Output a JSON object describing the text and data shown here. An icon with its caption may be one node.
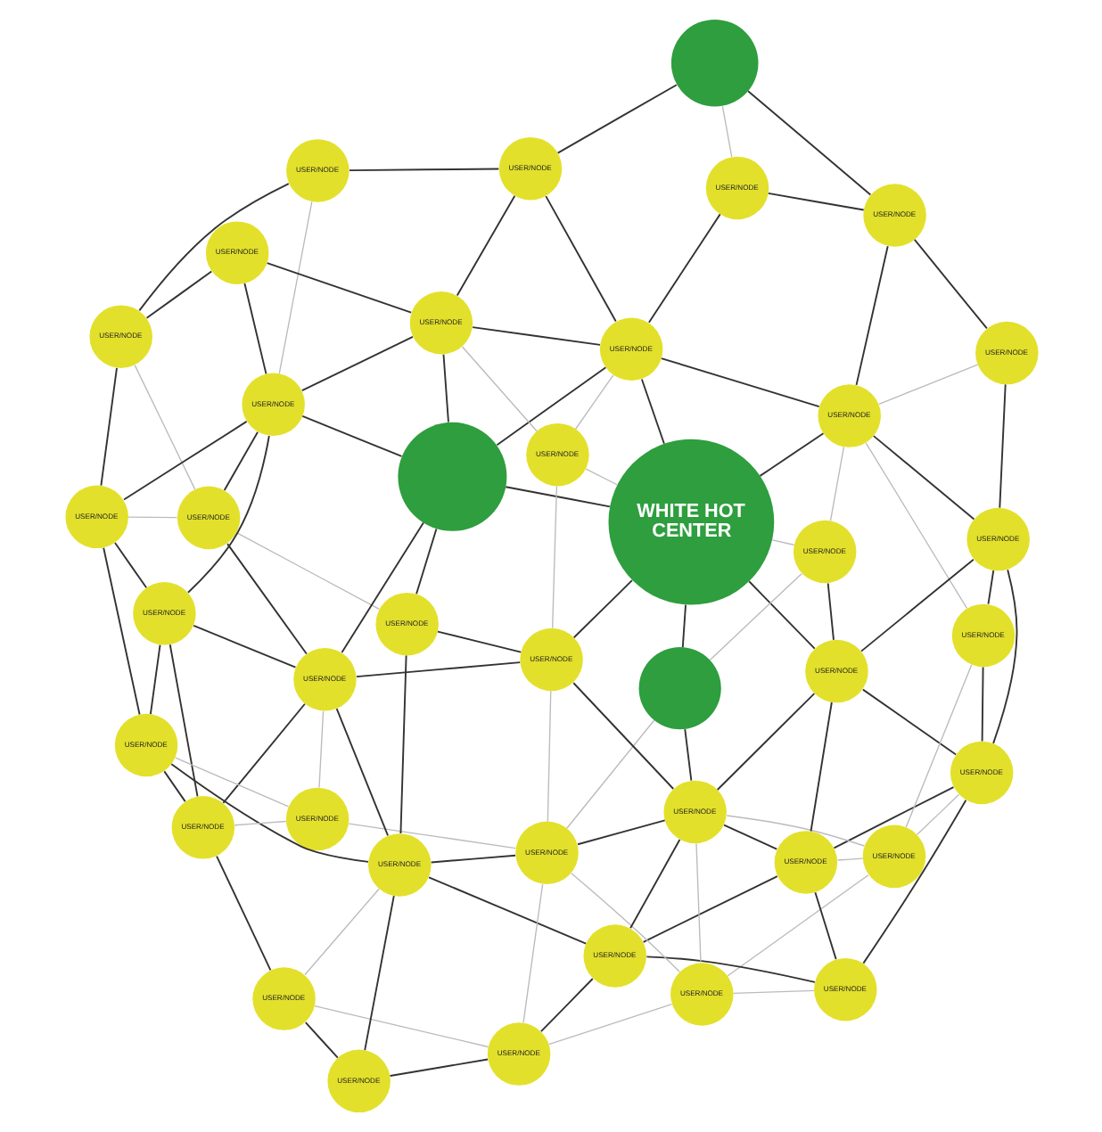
{
  "diagram": {
    "nodes": [
      {
        "text": [
          "USER/NODE"
        ]
      },
      {
        "text": [
          "USER/NODE"
        ]
      },
      {
        "text": [
          "USER/NODE"
        ]
      },
      {
        "text": [
          "USER/NODE"
        ]
      },
      {
        "text": [
          "USER/NODE"
        ]
      },
      {
        "text": [
          "USER/NODE"
        ]
      },
      {
        "text": [
          "USER/NODE"
        ]
      },
      {
        "text": [
          "USER/NODE"
        ]
      },
      {
        "text": [
          "USER/NODE"
        ]
      },
      {
        "text": [],
        "shape": "circle"
      },
      {
        "text": [
          "USER/NODE"
        ]
      },
      {
        "text": [
          "USER/NODE"
        ]
      },
      {
        "text": [
          "USER/NODE"
        ]
      },
      {
        "text": [
          "USER/NODE"
        ]
      },
      {
        "text": [
          "USER/NODE"
        ]
      },
      {
        "text": [
          "USER/NODE"
        ]
      },
      {
        "text": [
          "USER/NODE"
        ]
      },
      {
        "text": [
          "USER/NODE"
        ]
      },
      {
        "text": [
          "USER/NODE"
        ]
      },
      {
        "text": [
          "WHITE HOT CENTER"
        ]
      },
      {
        "text": [
          "USER/NODE"
        ]
      },
      {
        "text": [
          "USER/NODE"
        ]
      },
      {
        "text": [
          "USER/NODE"
        ]
      },
      {
        "text": [
          "USER/NODE"
        ]
      },
      {
        "text": [
          "USER/NODE"
        ]
      },
      {
        "text": [
          "USER/NODE"
        ]
      },
      {
        "text": [
          "USER/NODE"
        ]
      },
      {
        "text": [
          "USER/NODE"
        ]
      },
      {
        "text": [],
        "shape": "circle"
      },
      {
        "text": [
          "USER/NODE"
        ]
      },
      {
        "text": [],
        "shape": "circle"
      },
      {
        "text": [
          "USER/NODE"
        ]
      },
      {
        "text": [
          "USER/NODE"
        ]
      },
      {
        "text": [
          "USER/NODE"
        ]
      },
      {
        "text": [
          "USER/NODE"
        ]
      },
      {
        "text": [
          "USER/NODE"
        ]
      },
      {
        "text": [
          "USER/NODE"
        ]
      },
      {
        "text": [
          "USER/NODE"
        ]
      },
      {
        "text": [
          "USER/NODE"
        ]
      },
      {
        "text": [
          "USER/NODE"
        ]
      },
      {
        "text": [
          "USER/NODE"
        ]
      }
    ],
    "edges": [
      {
        "from": 0,
        "to": 2,
        "arrow": "none"
      },
      {
        "from": 0,
        "to": 3,
        "arrow": "none"
      },
      {
        "from": 0,
        "to": 1,
        "arrow": "none",
        "color": "#bbbbbb"
      },
      {
        "from": 2,
        "to": 3,
        "arrow": "none"
      },
      {
        "from": 0,
        "to": 7,
        "arrow": "none"
      },
      {
        "from": 0,
        "to": 13,
        "arrow": "none"
      },
      {
        "from": 0,
        "to": 8,
        "arrow": "none"
      },
      {
        "from": 2,
        "to": 8,
        "arrow": "none"
      },
      {
        "from": 1,
        "to": 2,
        "arrow": "none",
        "color": "#bbbbbb"
      },
      {
        "from": 1,
        "to": 10,
        "arrow": "none",
        "color": "#bbbbbb"
      },
      {
        "from": 1,
        "to": 7,
        "arrow": "none",
        "color": "#bbbbbb"
      },
      {
        "from": 8,
        "to": 10,
        "arrow": "none"
      },
      {
        "from": 8,
        "to": 13,
        "arrow": "none"
      },
      {
        "from": 8,
        "to": 14,
        "arrow": "none"
      },
      {
        "from": 8,
        "to": 19,
        "arrow": "none"
      },
      {
        "from": 7,
        "to": 13,
        "arrow": "none"
      },
      {
        "from": 7,
        "to": 18,
        "arrow": "none",
        "color": "#bbbbbb"
      },
      {
        "from": 13,
        "to": 17,
        "arrow": "none"
      },
      {
        "from": 13,
        "to": 18,
        "arrow": "none"
      },
      {
        "from": 14,
        "to": 9,
        "arrow": "none",
        "color": "#bbbbbb"
      },
      {
        "from": 14,
        "to": 18,
        "arrow": "none",
        "color": "#bbbbbb"
      },
      {
        "from": 14,
        "to": 19,
        "arrow": "none",
        "color": "#bbbbbb"
      },
      {
        "from": 18,
        "to": 19,
        "arrow": "none"
      },
      {
        "from": 9,
        "to": 19,
        "arrow": "none"
      },
      {
        "from": 10,
        "to": 9,
        "arrow": "none"
      },
      {
        "from": 2,
        "to": 10,
        "arrow": "none"
      },
      {
        "from": 2,
        "to": 5,
        "arrow": "none"
      },
      {
        "from": 3,
        "to": 5,
        "arrow": "none"
      },
      {
        "from": 3,
        "to": 4,
        "arrow": "none",
        "color": "#bbbbbb"
      },
      {
        "from": 1,
        "to": 4,
        "arrow": "none",
        "color": "#bbbbbb"
      },
      {
        "from": 4,
        "to": 6,
        "arrow": "none",
        "color": "#bbbbbb"
      },
      {
        "from": 4,
        "to": 10,
        "arrow": "none",
        "color": "#bbbbbb"
      },
      {
        "from": 5,
        "to": 6,
        "arrow": "none"
      },
      {
        "from": 5,
        "to": 10,
        "arrow": "none"
      },
      {
        "from": 5,
        "to": 15,
        "arrow": "none"
      },
      {
        "from": 4,
        "to": 11,
        "arrow": "none",
        "color": "#bbbbbb"
      },
      {
        "from": 6,
        "to": 12,
        "arrow": "none"
      },
      {
        "from": 6,
        "to": 11,
        "arrow": "none",
        "color": "#bbbbbb"
      },
      {
        "from": 6,
        "to": 16,
        "arrow": "none",
        "color": "#bbbbbb"
      },
      {
        "from": 10,
        "to": 11,
        "arrow": "none"
      },
      {
        "from": 10,
        "to": 20,
        "arrow": "none"
      },
      {
        "from": 12,
        "to": 15,
        "arrow": "none"
      },
      {
        "from": 12,
        "to": 16,
        "arrow": "none"
      },
      {
        "from": 11,
        "to": 15,
        "arrow": "none"
      },
      {
        "from": 11,
        "to": 20,
        "arrow": "none",
        "color": "#bbbbbb"
      },
      {
        "from": 11,
        "to": 25,
        "arrow": "none",
        "color": "#bbbbbb"
      },
      {
        "from": 9,
        "to": 11,
        "arrow": "none",
        "color": "#bbbbbb"
      },
      {
        "from": 15,
        "to": 16,
        "arrow": "none",
        "color": "#bbbbbb"
      },
      {
        "from": 15,
        "to": 24,
        "arrow": "none"
      },
      {
        "from": 15,
        "to": 23,
        "arrow": "none"
      },
      {
        "from": 15,
        "to": 29,
        "arrow": "none"
      },
      {
        "from": 16,
        "to": 21,
        "arrow": "none"
      },
      {
        "from": 20,
        "to": 19,
        "arrow": "none"
      },
      {
        "from": 20,
        "to": 23,
        "arrow": "none"
      },
      {
        "from": 20,
        "to": 24,
        "arrow": "none"
      },
      {
        "from": 19,
        "to": 28,
        "arrow": "none"
      },
      {
        "from": 21,
        "to": 25,
        "arrow": "none",
        "color": "#bbbbbb"
      },
      {
        "from": 21,
        "to": 24,
        "arrow": "none"
      },
      {
        "from": 21,
        "to": 29,
        "arrow": "none"
      },
      {
        "from": 21,
        "to": 33,
        "arrow": "none"
      },
      {
        "from": 25,
        "to": 24,
        "arrow": "none",
        "color": "#bbbbbb"
      },
      {
        "from": 25,
        "to": 29,
        "arrow": "none",
        "color": "#bbbbbb"
      },
      {
        "from": 23,
        "to": 28,
        "arrow": "none"
      },
      {
        "from": 23,
        "to": 32,
        "arrow": "none",
        "color": "#bbbbbb"
      },
      {
        "from": 24,
        "to": 28,
        "arrow": "none"
      },
      {
        "from": 24,
        "to": 32,
        "arrow": "none"
      },
      {
        "from": 24,
        "to": 33,
        "arrow": "none"
      },
      {
        "from": 29,
        "to": 33,
        "arrow": "none"
      },
      {
        "from": 29,
        "to": 39,
        "arrow": "none"
      },
      {
        "from": 33,
        "to": 38,
        "arrow": "none"
      },
      {
        "from": 33,
        "to": 39,
        "arrow": "none"
      },
      {
        "from": 32,
        "to": 38,
        "arrow": "none"
      },
      {
        "from": 32,
        "to": 39,
        "arrow": "none",
        "color": "#bbbbbb"
      },
      {
        "from": 32,
        "to": 40,
        "arrow": "none",
        "color": "#bbbbbb"
      },
      {
        "from": 28,
        "to": 38,
        "arrow": "none"
      },
      {
        "from": 28,
        "to": 27,
        "arrow": "none"
      },
      {
        "from": 17,
        "to": 22,
        "arrow": "none"
      },
      {
        "from": 17,
        "to": 18,
        "arrow": "none",
        "color": "#bbbbbb"
      },
      {
        "from": 22,
        "to": 26,
        "arrow": "none"
      },
      {
        "from": 22,
        "to": 30,
        "arrow": "none"
      },
      {
        "from": 22,
        "to": 18,
        "arrow": "none"
      },
      {
        "from": 26,
        "to": 27,
        "arrow": "none"
      },
      {
        "from": 26,
        "to": 30,
        "arrow": "none",
        "color": "#bbbbbb"
      },
      {
        "from": 27,
        "to": 19,
        "arrow": "none"
      },
      {
        "from": 27,
        "to": 18,
        "arrow": "none"
      },
      {
        "from": 27,
        "to": 31,
        "arrow": "none",
        "color": "#bbbbbb"
      },
      {
        "from": 27,
        "to": 34,
        "arrow": "none"
      },
      {
        "from": 27,
        "to": 36,
        "arrow": "none"
      },
      {
        "from": 30,
        "to": 34,
        "arrow": "none"
      },
      {
        "from": 34,
        "to": 35,
        "arrow": "none"
      },
      {
        "from": 34,
        "to": 36,
        "arrow": "none"
      },
      {
        "from": 35,
        "to": 40,
        "arrow": "none"
      },
      {
        "from": 35,
        "to": 38,
        "arrow": "none",
        "color": "#bbbbbb"
      },
      {
        "from": 36,
        "to": 28,
        "arrow": "none"
      },
      {
        "from": 36,
        "to": 37,
        "arrow": "none"
      },
      {
        "from": 36,
        "to": 31,
        "arrow": "none",
        "color": "#bbbbbb"
      },
      {
        "from": 36,
        "to": 38,
        "arrow": "none"
      },
      {
        "from": 31,
        "to": 19,
        "arrow": "none",
        "color": "#bbbbbb"
      },
      {
        "from": 31,
        "to": 20,
        "arrow": "none",
        "color": "#bbbbbb"
      },
      {
        "from": 38,
        "to": 37,
        "arrow": "none"
      },
      {
        "from": 38,
        "to": 39,
        "arrow": "none"
      },
      {
        "from": 37,
        "to": 40,
        "arrow": "none"
      },
      {
        "from": 39,
        "to": 40,
        "arrow": "none"
      }
    ]
  }
}
